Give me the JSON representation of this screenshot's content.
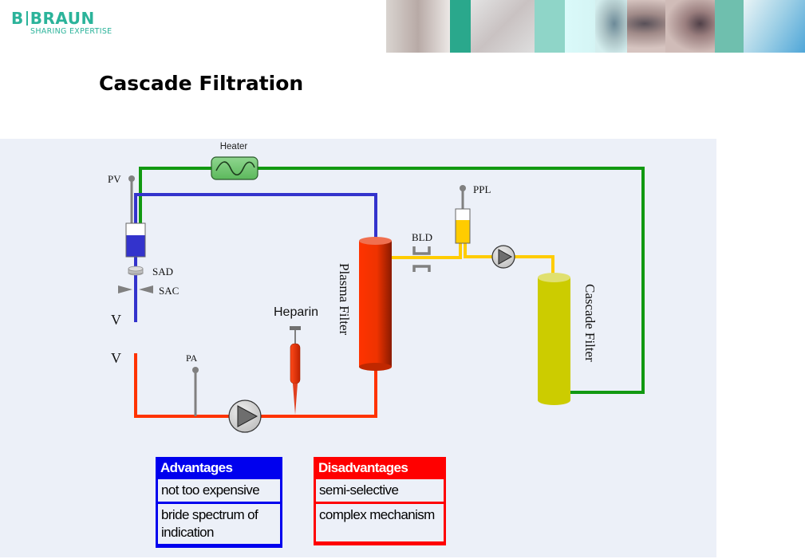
{
  "header": {
    "logo": {
      "brand_left": "B",
      "brand_right": "BRAUN",
      "tagline": "SHARING EXPERTISE"
    },
    "brand_color": "#2bb39a"
  },
  "slide": {
    "title": "Cascade Filtration"
  },
  "diagram": {
    "labels": {
      "heater": "Heater",
      "pv": "PV",
      "sad": "SAD",
      "sac": "SAC",
      "v_top": "V",
      "v_bottom": "V",
      "pa": "PA",
      "heparin": "Heparin",
      "plasma_filter": "Plasma Filter",
      "bld": "BLD",
      "ppl": "PPL",
      "cascade_filter": "Cascade Filter"
    },
    "colors": {
      "venous_line": "#3333cc",
      "arterial_line": "#ff3300",
      "return_line": "#119911",
      "plasma_line": "#ffcc00",
      "sensor_gray": "#808080",
      "plasma_filter": "#ff3300",
      "cascade_filter": "#cccc00",
      "heater_fill": "#6fc46f"
    }
  },
  "advantages": {
    "header": "Advantages",
    "items": [
      "not too expensive",
      "bride spectrum of indication"
    ],
    "color": "#0000ee"
  },
  "disadvantages": {
    "header": "Disadvantages",
    "items": [
      "semi-selective",
      "complex mechanism"
    ],
    "color": "#ff0000"
  }
}
